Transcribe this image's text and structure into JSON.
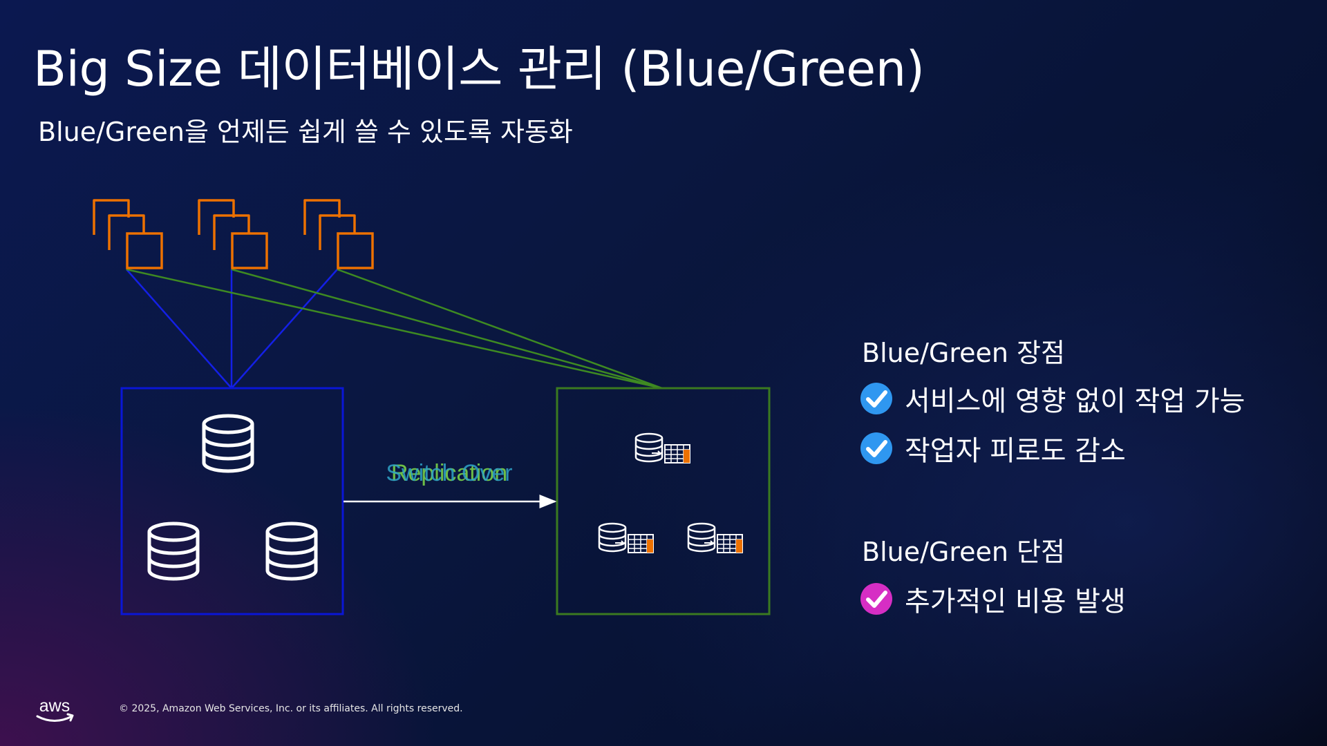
{
  "slide": {
    "title": "Big Size 데이터베이스 관리 (Blue/Green)",
    "subtitle": "Blue/Green을 언제든 쉽게 쓸 수 있도록 자동화"
  },
  "diagram": {
    "connector_labels": [
      "Replication",
      "Switch Over"
    ],
    "colors": {
      "instance_orange": "#ED7100",
      "blue_env": "#0A16D6",
      "green_env": "#3B7A20",
      "blue_links": "#1420E6",
      "green_links": "#3E8A22",
      "arrow": "#ffffff",
      "label_replication": "#6DBE47",
      "label_switchover": "#2FA3C8"
    }
  },
  "advantages": {
    "heading": "Blue/Green 장점",
    "items": [
      "서비스에 영향 없이 작업 가능",
      "작업자 피로도 감소"
    ],
    "check_color": "#2F97F0"
  },
  "disadvantages": {
    "heading": "Blue/Green 단점",
    "items": [
      "추가적인 비용 발생"
    ],
    "check_color": "#D62EC4"
  },
  "footer": {
    "logo_text": "aws",
    "copyright": "© 2025, Amazon Web Services, Inc. or its affiliates. All rights reserved."
  }
}
